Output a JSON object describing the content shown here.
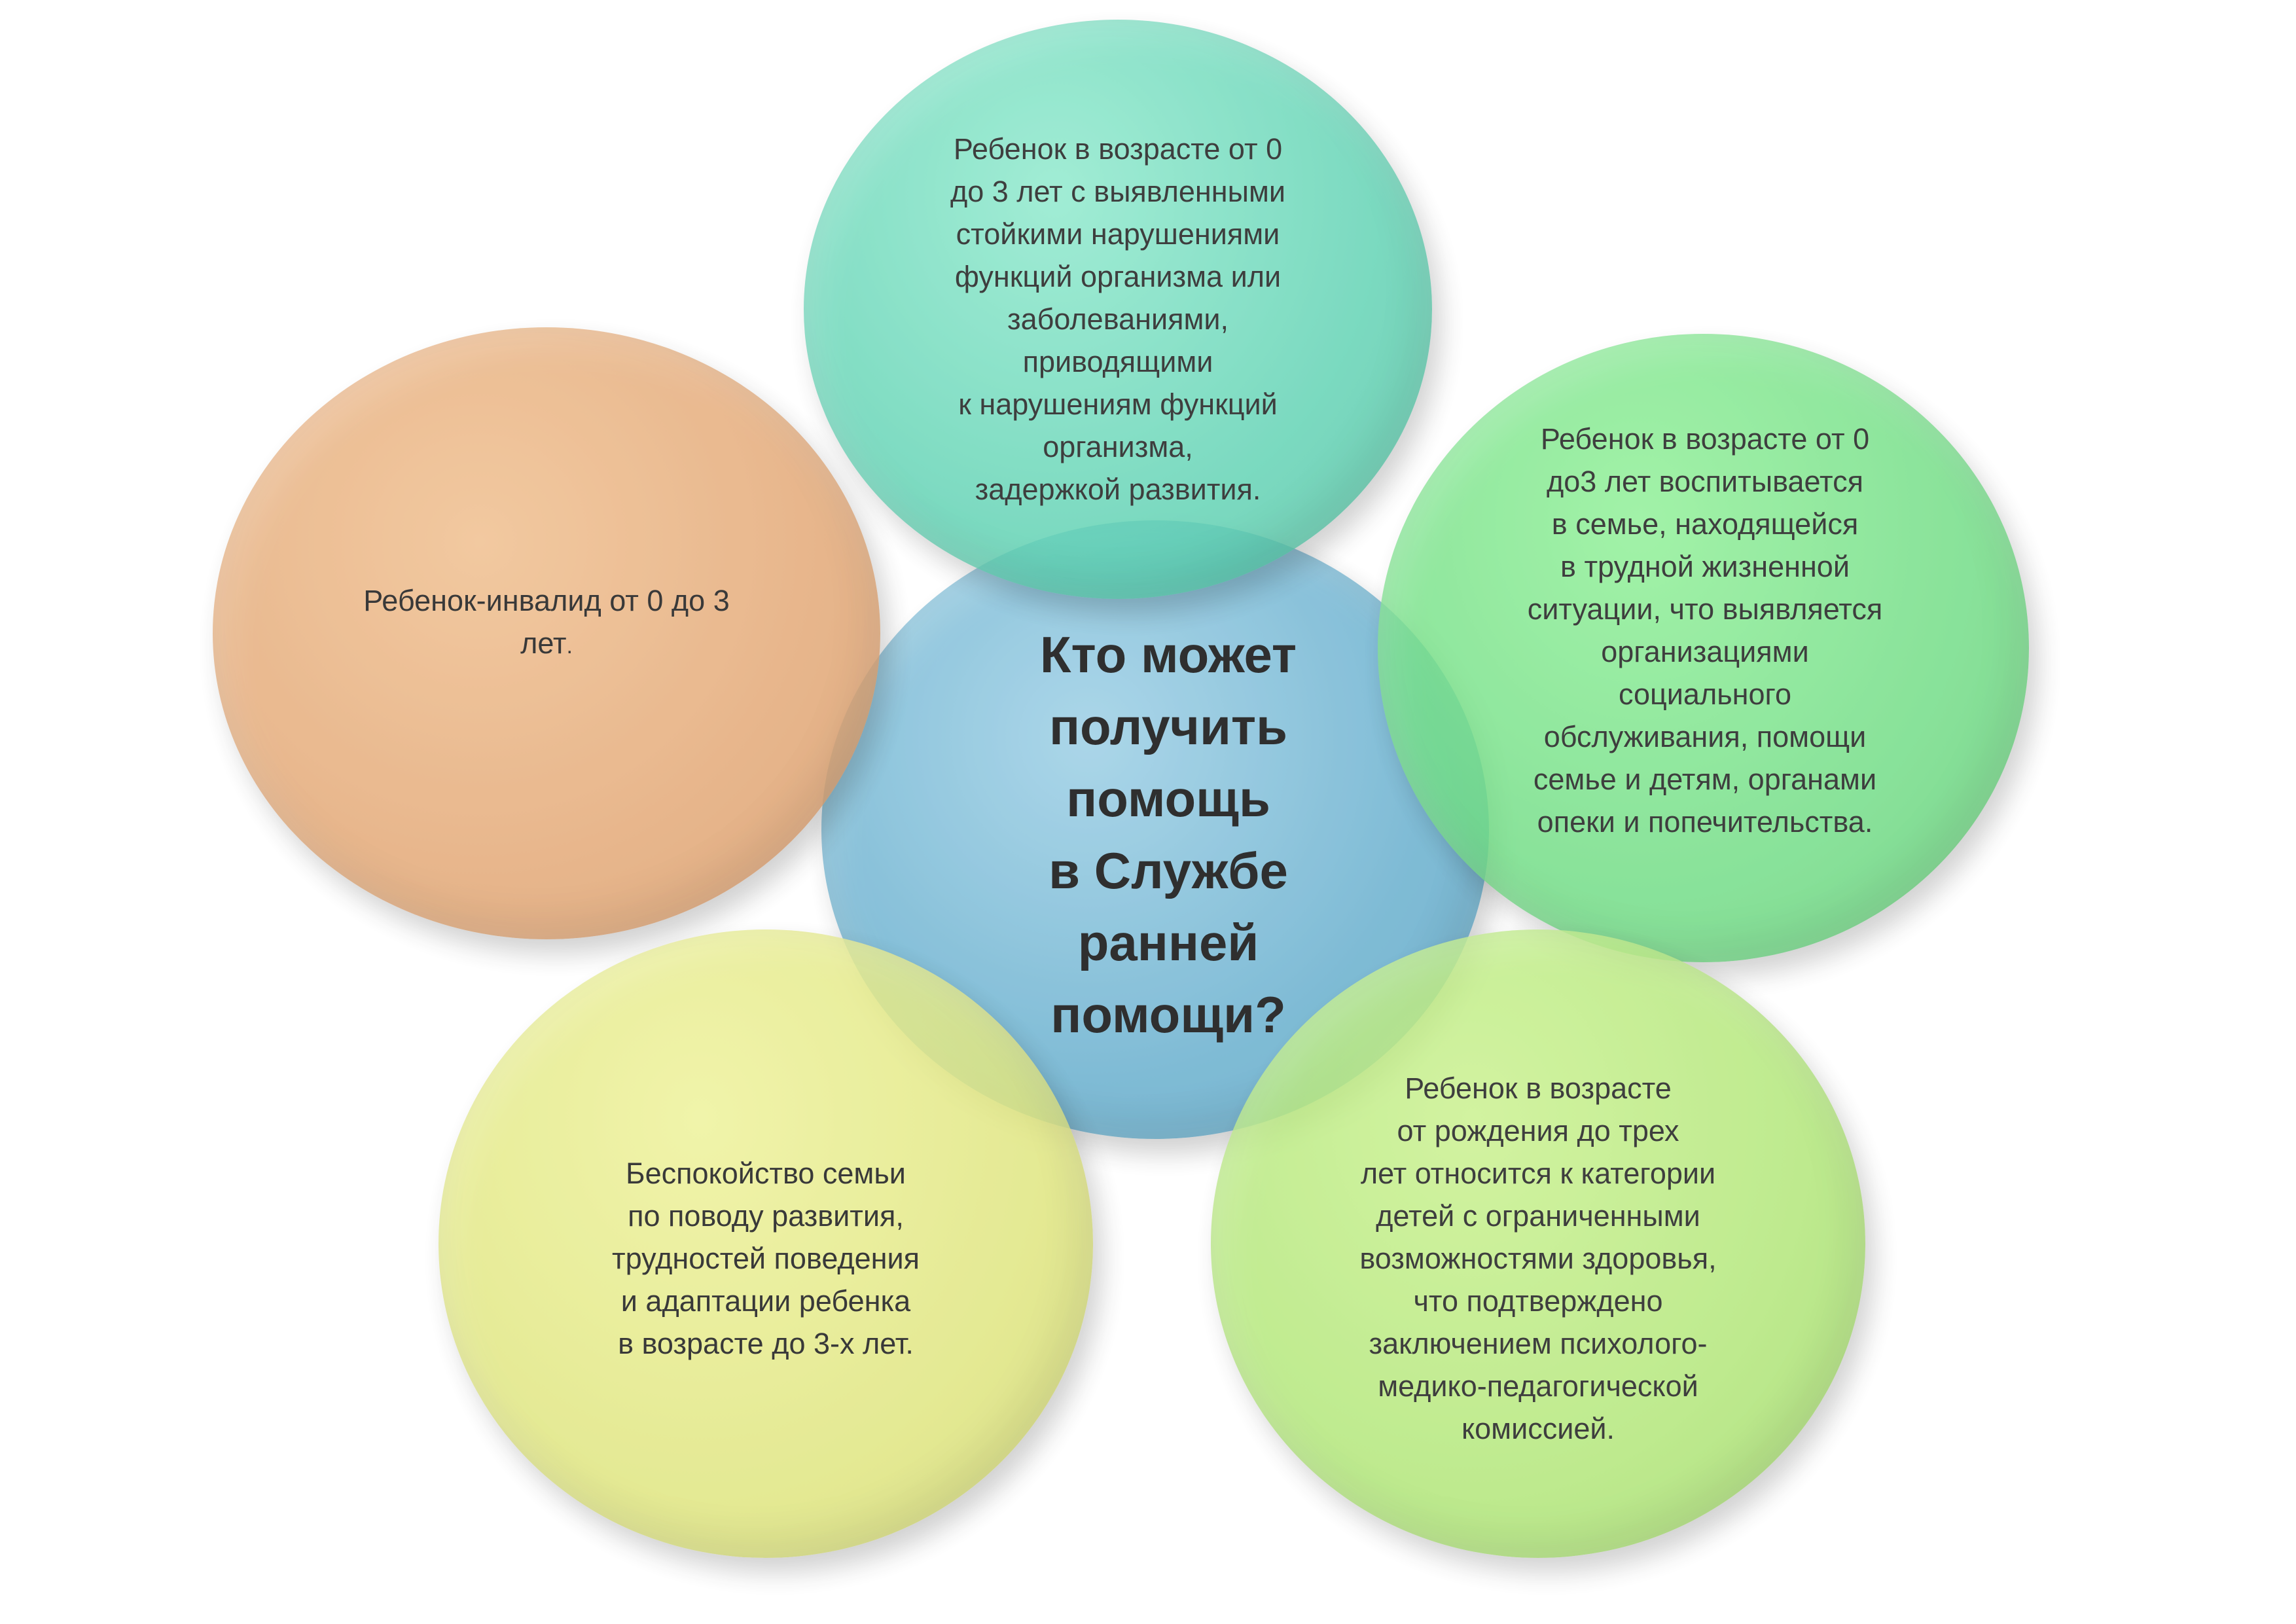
{
  "diagram": {
    "center": {
      "text": "Кто может\nполучить\nпомощь\nв Службе\nранней\nпомощи?"
    },
    "nodes": {
      "top": {
        "text": "Ребенок в возрасте от 0\nдо 3 лет с выявленными\nстойкими нарушениями\nфункций организма или\nзаболеваниями,\nприводящими\nк нарушениям функций\nорганизма,\nзадержкой развития."
      },
      "left": {
        "text": "Ребенок-инвалид от 0 до 3\nлет",
        "suffix": "."
      },
      "right": {
        "text": "Ребенок в возрасте от 0\nдо3 лет воспитывается\nв семье, находящейся\nв трудной жизненной\nситуации, что выявляется\nорганизациями\nсоциального\nобслуживания, помощи\nсемье и детям, органами\nопеки и попечительства."
      },
      "bottom_left": {
        "text": "Беспокойство семьи\nпо поводу развития,\nтрудностей поведения\nи адаптации ребенка\nв возрасте до 3-х лет."
      },
      "bottom_right": {
        "text": "Ребенок в возрасте\nот рождения до трех\nлет относится к категории\nдетей с ограниченными\nвозможностями здоровья,\nчто подтверждено\nзаключением психолого-\nмедико-педагогической\nкомиссией."
      }
    },
    "colors": {
      "center": "#6bb1cf",
      "top": "#5fd2b3",
      "left": "#e3a876",
      "right": "#6fdc84",
      "bottom_left": "#e0e680",
      "bottom_right": "#b0e676"
    }
  }
}
